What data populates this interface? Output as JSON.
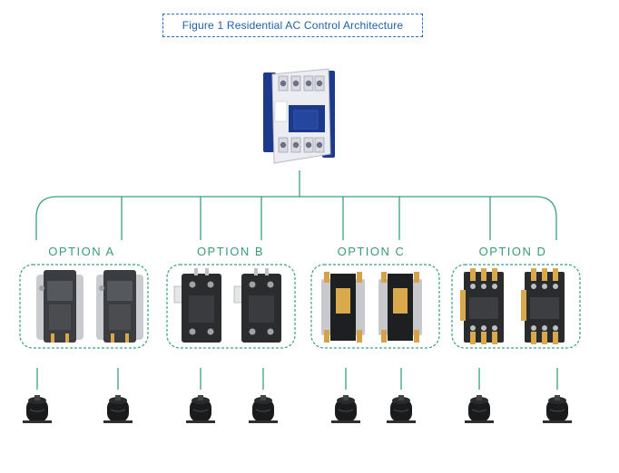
{
  "caption": "Figure 1 Residential AC Control Architecture",
  "options": [
    {
      "label": "OPTION   A",
      "device": "single-pole contactor",
      "device_color": "#3b3d40"
    },
    {
      "label": "OPTION   B",
      "device": "two-pole contactor",
      "device_color": "#2b2c2e"
    },
    {
      "label": "OPTION   C",
      "device": "definite purpose contactor, open frame",
      "device_color": "#1e1f21"
    },
    {
      "label": "OPTION   D",
      "device": "three-pole definite purpose contactor",
      "device_color": "#2a2b2d"
    }
  ],
  "top_device": {
    "name": "CHINT AC contactor",
    "body_color": "#ecedf2",
    "accent_color": "#1b3a8c"
  },
  "compressor": {
    "color": "#1a1b1c"
  },
  "colors": {
    "connector": "#3aa07a",
    "group_border": "#3aa07a",
    "caption_border": "#2a6fb5",
    "caption_text": "#1f5fa8"
  }
}
